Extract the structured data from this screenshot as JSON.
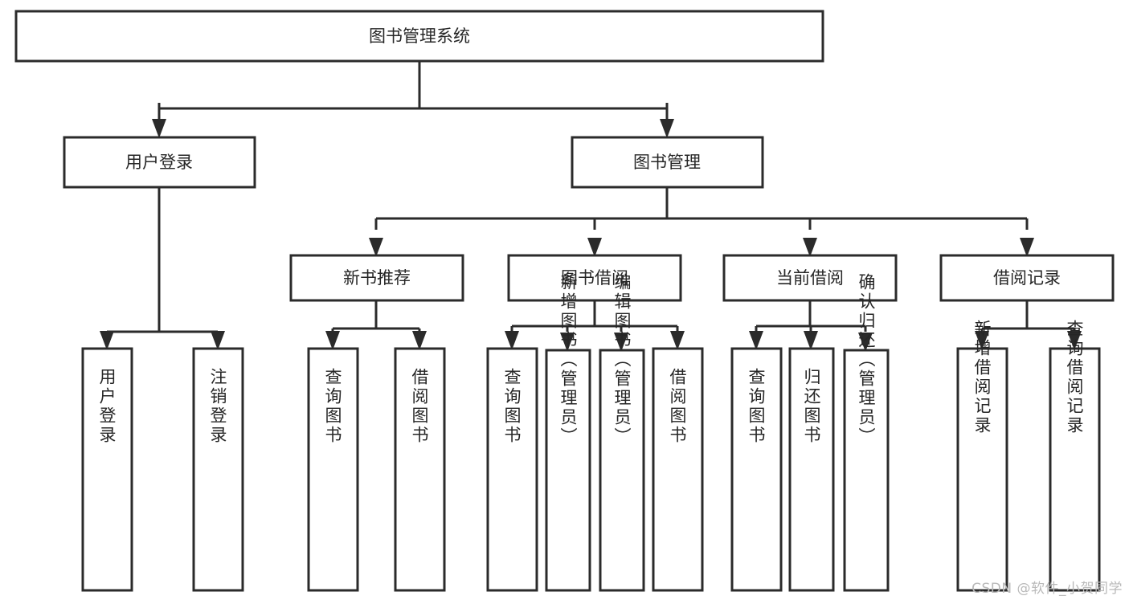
{
  "diagram": {
    "type": "tree-hierarchy-chart",
    "title": "图书管理系统",
    "orientation": "top-down",
    "colors": {
      "box_fill": "#ffffff",
      "box_stroke": "#2b2b2b",
      "text": "#262626",
      "connector": "#2b2b2b",
      "background": "#ffffff",
      "watermark": "#b9b9b9"
    },
    "root": {
      "label": "图书管理系统",
      "text_orientation": "horizontal"
    },
    "level2": [
      {
        "label": "用户登录",
        "text_orientation": "horizontal"
      },
      {
        "label": "图书管理",
        "text_orientation": "horizontal"
      }
    ],
    "level3": [
      {
        "label": "新书推荐",
        "text_orientation": "horizontal"
      },
      {
        "label": "图书借阅",
        "text_orientation": "horizontal"
      },
      {
        "label": "当前借阅",
        "text_orientation": "horizontal"
      },
      {
        "label": "借阅记录",
        "text_orientation": "horizontal"
      }
    ],
    "leaves": {
      "user_login": [
        {
          "label": "用户登录",
          "text_orientation": "vertical"
        },
        {
          "label": "注销登录",
          "text_orientation": "vertical"
        }
      ],
      "new_book_recommend": [
        {
          "label": "查询图书",
          "text_orientation": "vertical"
        },
        {
          "label": "借阅图书",
          "text_orientation": "vertical"
        }
      ],
      "book_borrow": [
        {
          "label": "查询图书",
          "text_orientation": "vertical"
        },
        {
          "label": "新增图书（管理员）",
          "text_orientation": "vertical"
        },
        {
          "label": "编辑图书（管理员）",
          "text_orientation": "vertical"
        },
        {
          "label": "借阅图书",
          "text_orientation": "vertical"
        }
      ],
      "current_borrow": [
        {
          "label": "查询图书",
          "text_orientation": "vertical"
        },
        {
          "label": "归还图书",
          "text_orientation": "vertical"
        },
        {
          "label": "确认归还（管理员）",
          "text_orientation": "vertical"
        }
      ],
      "borrow_record": [
        {
          "label": "新增借阅记录",
          "text_orientation": "vertical"
        },
        {
          "label": "查询借阅记录",
          "text_orientation": "vertical"
        }
      ]
    }
  },
  "watermark": {
    "text": "CSDN @软件_小贺同学"
  }
}
